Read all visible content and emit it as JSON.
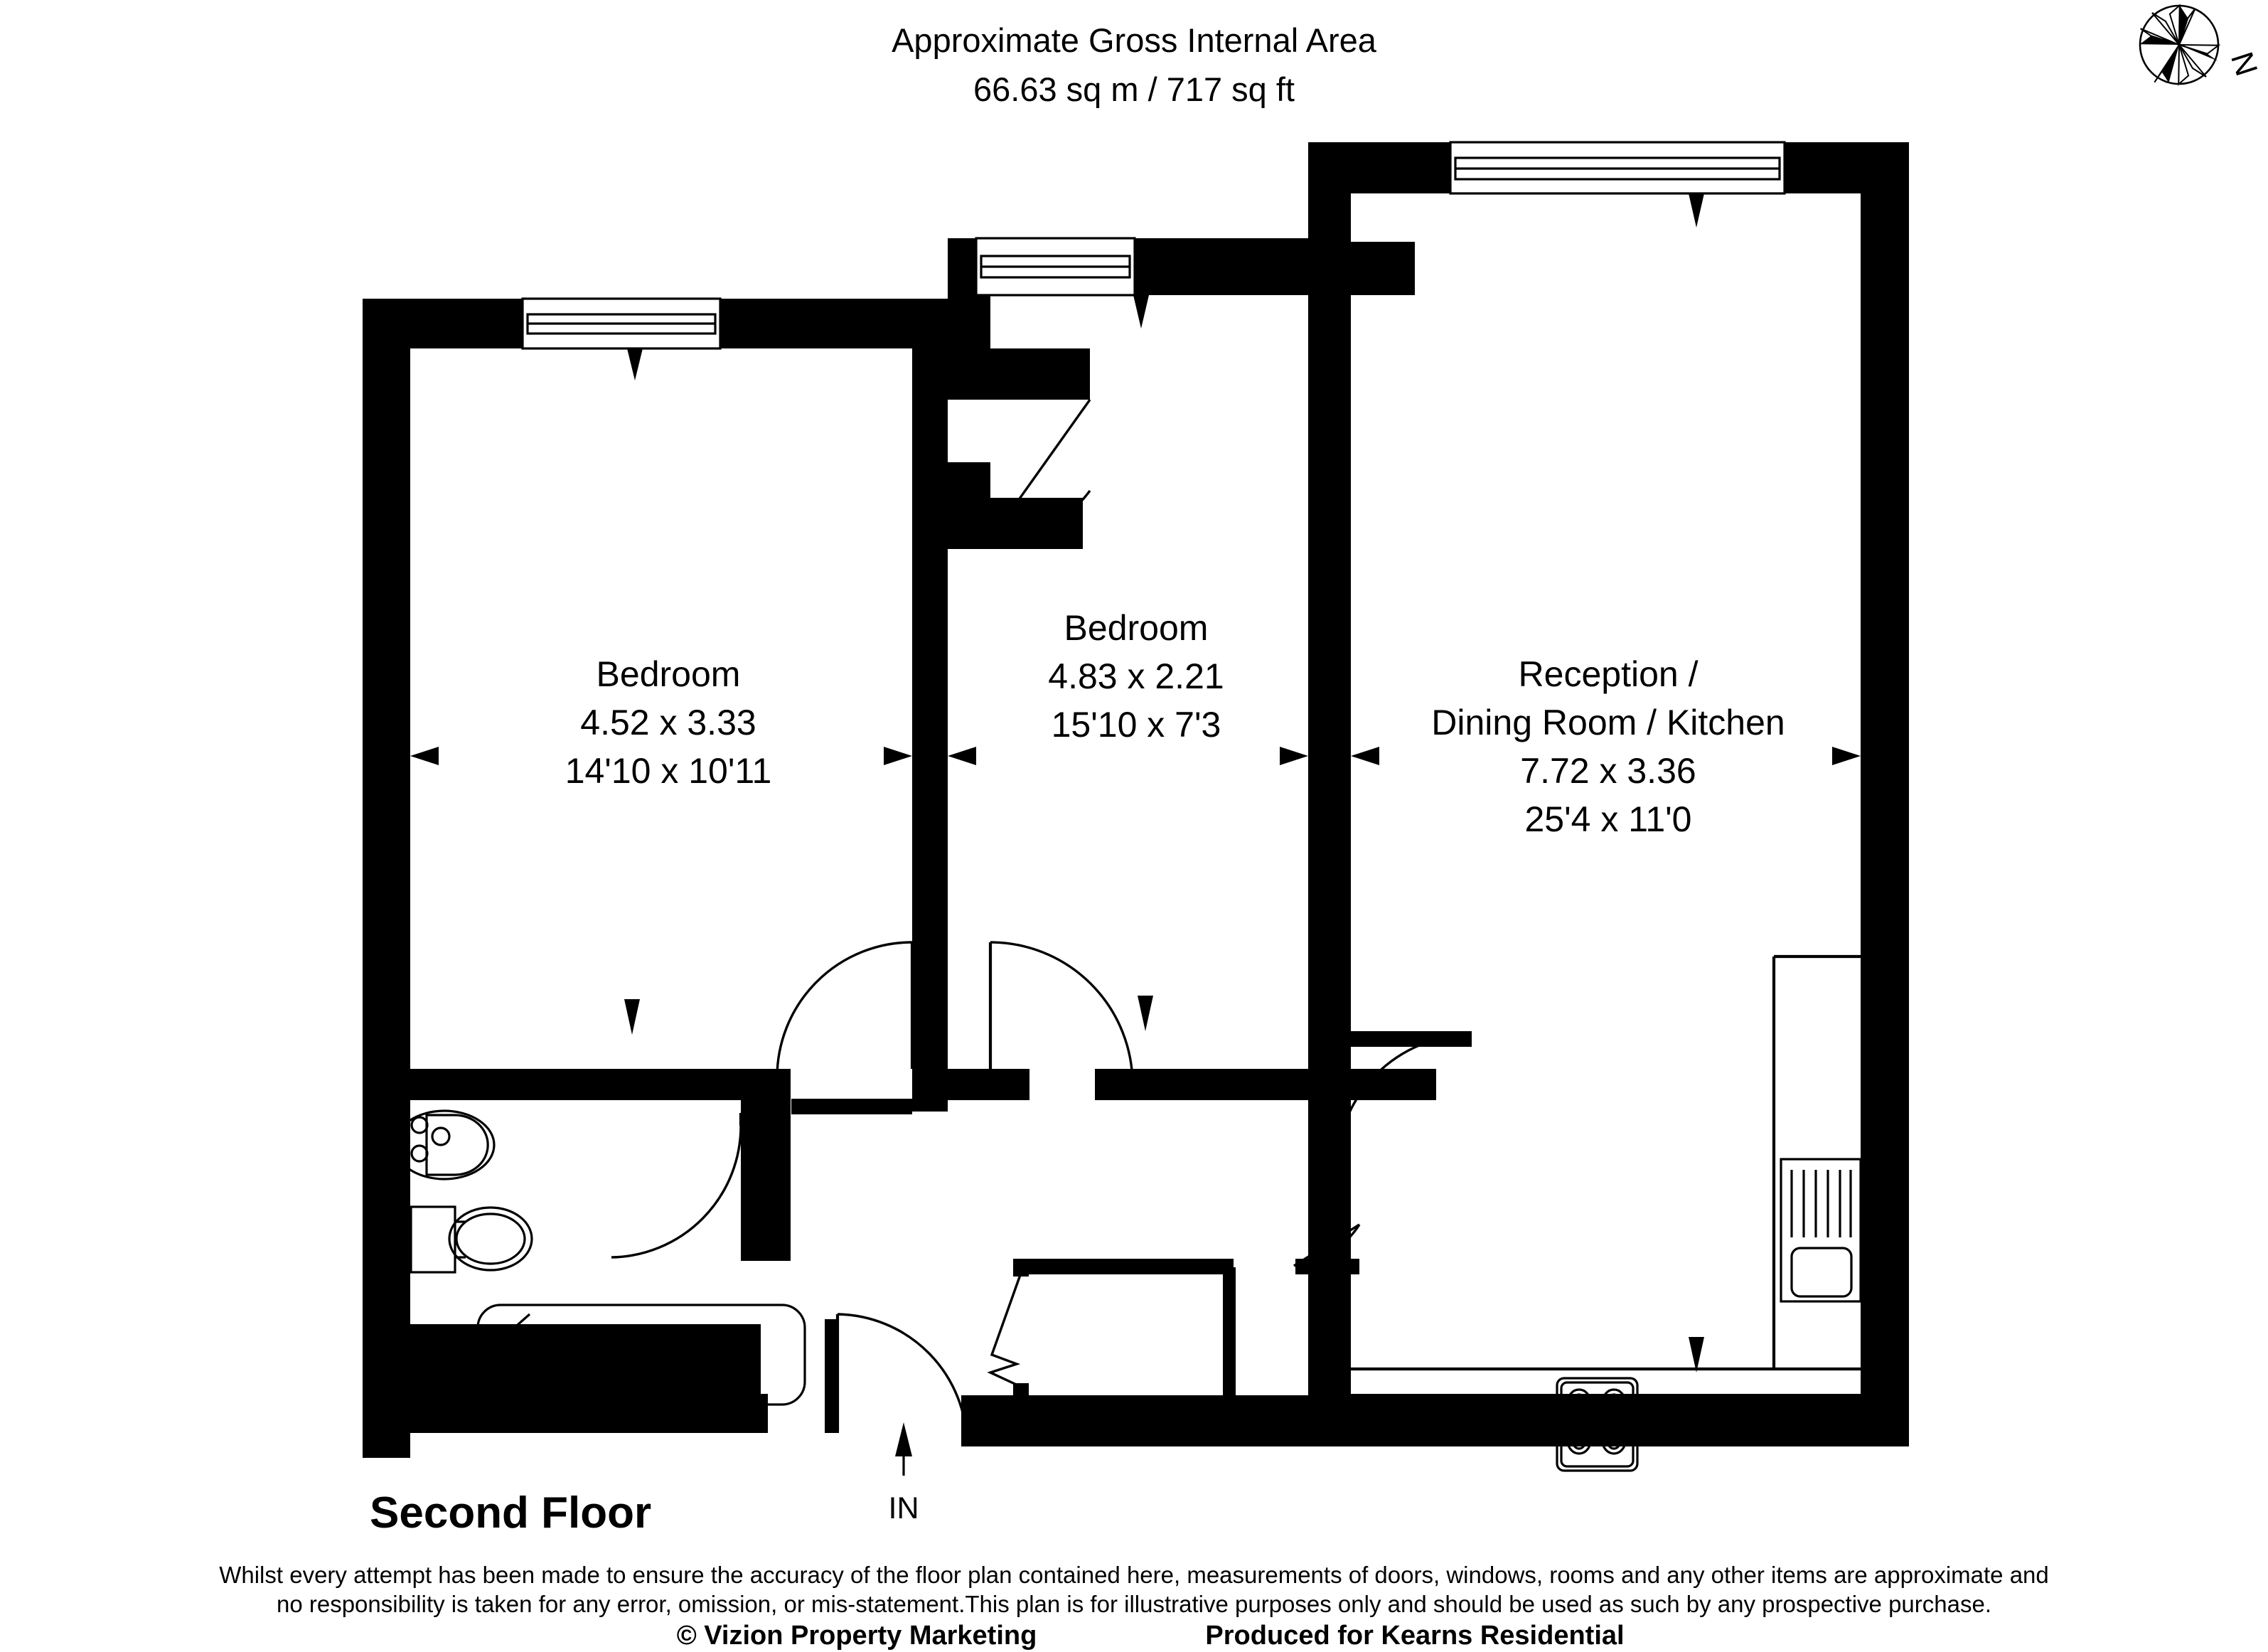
{
  "header": {
    "area_title": "Approximate Gross Internal Area",
    "area_value": "66.63 sq m / 717 sq ft"
  },
  "compass": {
    "label": "N",
    "icon": "compass-rose-icon"
  },
  "rooms": [
    {
      "id": "bedroom-left",
      "name": "Bedroom",
      "metric": "4.52 x 3.33",
      "imperial": "14'10 x 10'11"
    },
    {
      "id": "bedroom-middle",
      "name": "Bedroom",
      "metric": "4.83 x 2.21",
      "imperial": "15'10 x 7'3"
    },
    {
      "id": "reception",
      "name_line1": "Reception /",
      "name_line2": "Dining Room / Kitchen",
      "metric": "7.72 x 3.36",
      "imperial": "25'4 x 11'0"
    }
  ],
  "fixtures": [
    {
      "name": "wash-basin",
      "room": "bathroom"
    },
    {
      "name": "toilet-wc",
      "room": "bathroom"
    },
    {
      "name": "bathtub-with-shower",
      "room": "bathroom"
    },
    {
      "name": "kitchen-sink-with-drainer",
      "room": "reception"
    },
    {
      "name": "hob-four-burner",
      "room": "reception"
    }
  ],
  "floor_label": "Second Floor",
  "entrance_label": "IN",
  "footer": {
    "disclaimer_line1": "Whilst every attempt has been made to ensure the accuracy of the floor plan contained here, measurements of doors, windows, rooms and any other items are approximate and",
    "disclaimer_line2": "no responsibility is taken for any error, omission, or mis-statement.This plan is for illustrative purposes only and should be used as such by any prospective purchase.",
    "copyright": "© Vizion Property Marketing",
    "produced_for": "Produced for Kearns Residential"
  },
  "colors": {
    "wall": "#000000",
    "background": "#ffffff",
    "text": "#000000"
  }
}
